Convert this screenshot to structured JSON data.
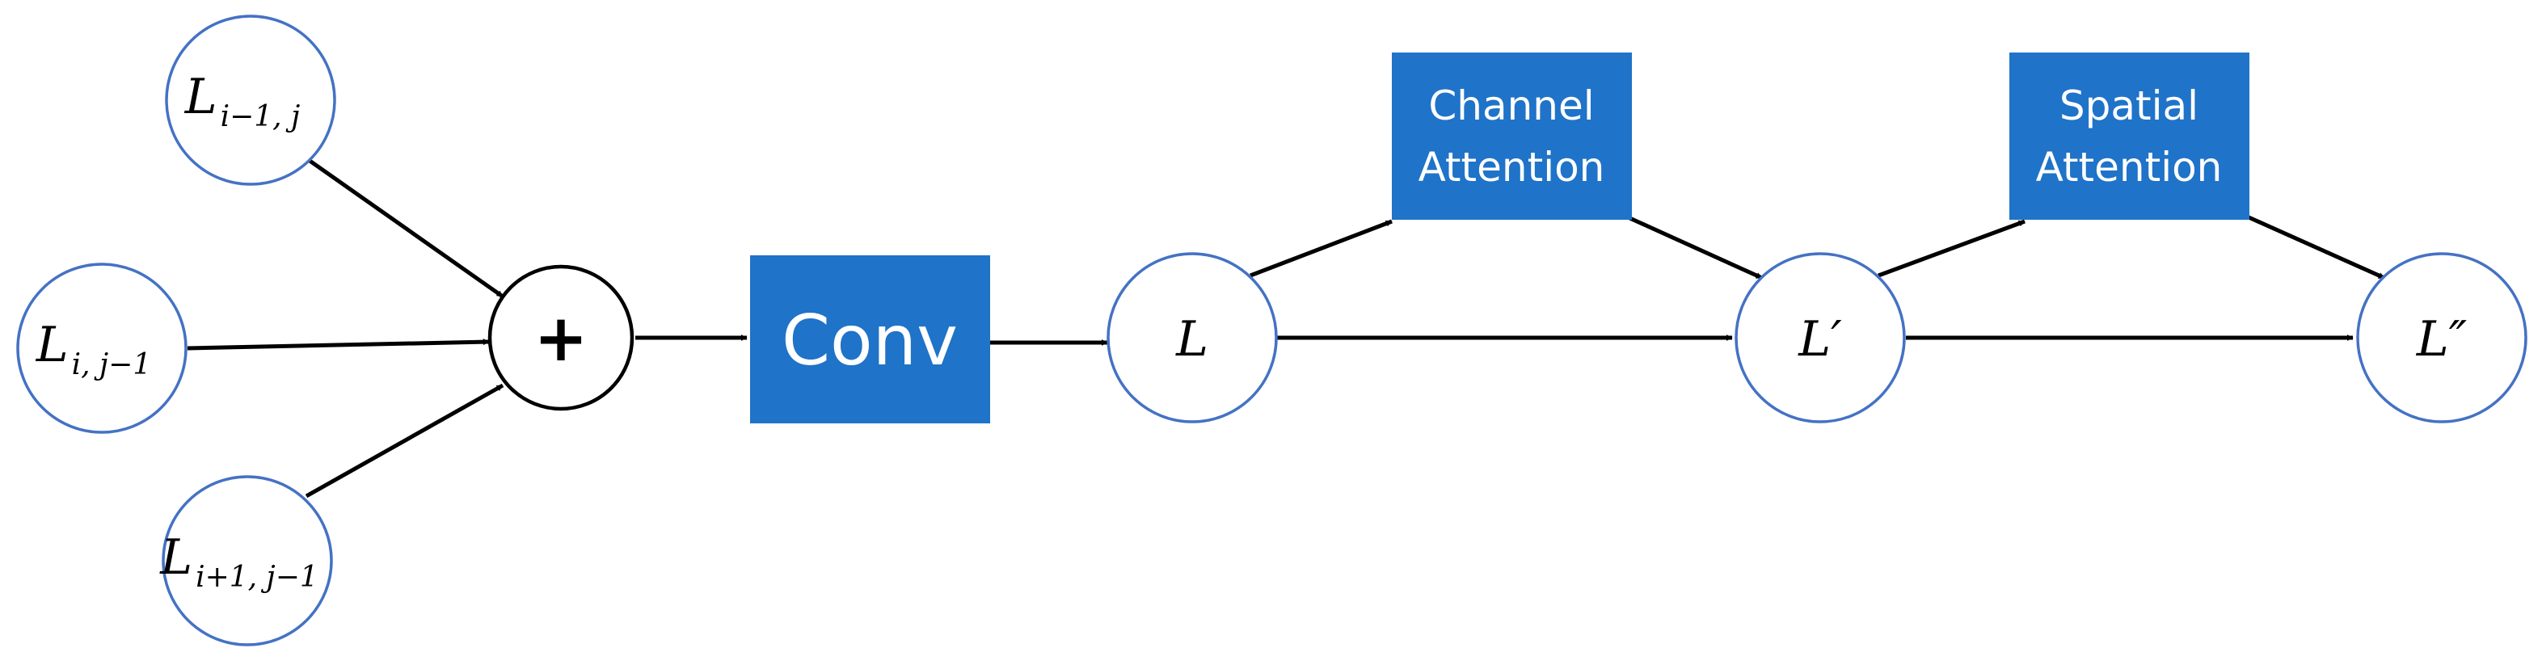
{
  "nodes": {
    "input_top": {
      "main": "L",
      "sub": "i−1, j"
    },
    "input_mid": {
      "main": "L",
      "sub": "i, j−1"
    },
    "input_bottom": {
      "main": "L",
      "sub": "i+1, j−1"
    },
    "sum": {
      "symbol": "+"
    },
    "conv": {
      "label": "Conv"
    },
    "node_l": {
      "label": "L"
    },
    "channel_attention": {
      "line1": "Channel",
      "line2": "Attention"
    },
    "node_l_prime": {
      "label": "L′"
    },
    "spatial_attention": {
      "line1": "Spatial",
      "line2": "Attention"
    },
    "node_l_double_prime": {
      "label": "L″"
    }
  },
  "colors": {
    "box_fill": "#1f73c8",
    "circle_stroke": "#4472c4",
    "arrow": "#000000"
  }
}
